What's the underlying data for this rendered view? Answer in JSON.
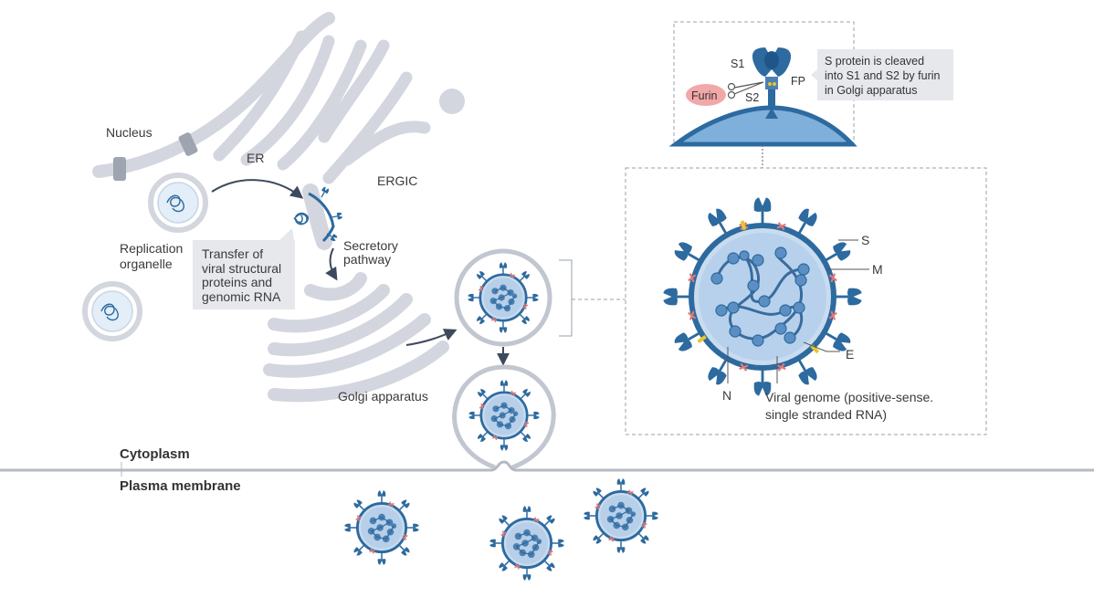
{
  "labels": {
    "nucleus": "Nucleus",
    "er": "ER",
    "ergic": "ERGIC",
    "replication_organelle_line1": "Replication",
    "replication_organelle_line2": "organelle",
    "secretory_line1": "Secretory",
    "secretory_line2": "pathway",
    "golgi": "Golgi apparatus",
    "cytoplasm": "Cytoplasm",
    "plasma_membrane": "Plasma membrane"
  },
  "transfer_box": {
    "line1": "Transfer of",
    "line2": "viral structural",
    "line3": "proteins and",
    "line4": "genomic RNA"
  },
  "spike_inset": {
    "s1": "S1",
    "s2": "S2",
    "fp": "FP",
    "furin": "Furin",
    "note_line1": "S protein is cleaved",
    "note_line2": "into S1 and S2 by furin",
    "note_line3": "in Golgi apparatus"
  },
  "virion": {
    "s": "S",
    "m": "M",
    "e": "E",
    "n": "N",
    "genome_line1": "Viral genome (positive-sense.",
    "genome_line2": "single stranded RNA)"
  },
  "colors": {
    "organelle_fill": "#d3d6de",
    "organelle_edge": "#c2c6d0",
    "virus_blue": "#2d6a9f",
    "virus_light": "#9fc3e6",
    "membrane_red": "#e07a7a",
    "envelope_yellow": "#e8c531"
  }
}
